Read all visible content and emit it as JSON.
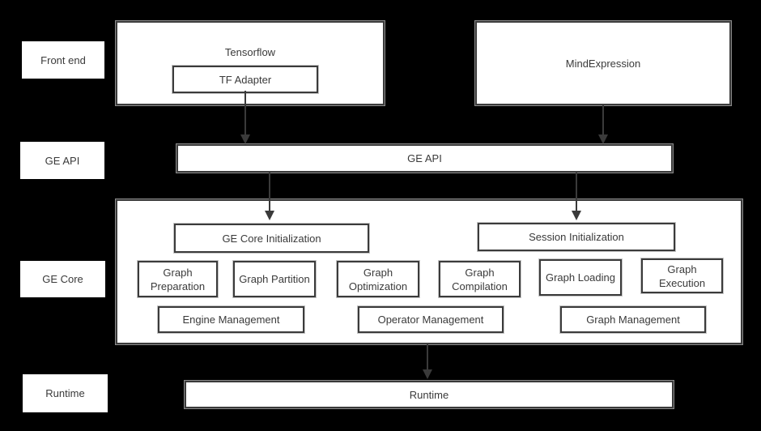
{
  "colors": {
    "background": "#000000",
    "box_fill": "#ffffff",
    "border": "#3b3b3b",
    "outline": "#8a8a8a",
    "text": "#3a3a3a",
    "arrow": "#3a3a3a"
  },
  "row_labels": [
    {
      "text": "Front end"
    },
    {
      "text": "GE API"
    },
    {
      "text": "GE Core"
    },
    {
      "text": "Runtime"
    }
  ],
  "front_end": {
    "tensorflow_title": "Tensorflow",
    "tf_adapter_label": "TF Adapter",
    "mindexpression_title": "MindExpression"
  },
  "ge_api": {
    "label": "GE API"
  },
  "ge_core": {
    "init": [
      {
        "label": "GE Core Initialization"
      },
      {
        "label": "Session Initialization"
      }
    ],
    "pipeline": [
      {
        "label": "Graph Preparation"
      },
      {
        "label": "Graph Partition"
      },
      {
        "label": "Graph Optimization"
      },
      {
        "label": "Graph Compilation"
      },
      {
        "label": "Graph Loading"
      },
      {
        "label": "Graph Execution"
      }
    ],
    "management": [
      {
        "label": "Engine Management"
      },
      {
        "label": "Operator Management"
      },
      {
        "label": "Graph Management"
      }
    ]
  },
  "runtime": {
    "label": "Runtime"
  }
}
